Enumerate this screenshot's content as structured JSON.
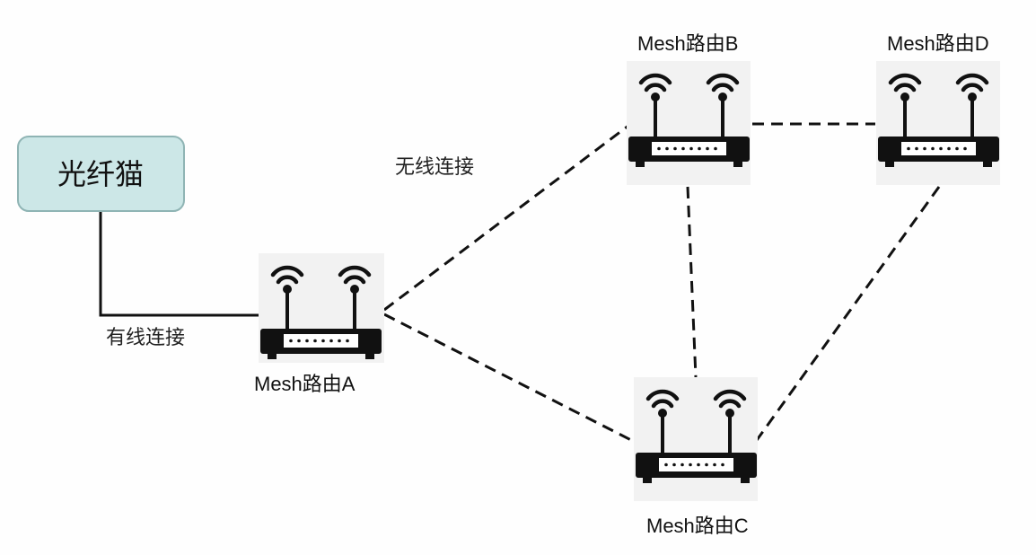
{
  "modem": {
    "label": "光纤猫",
    "fill": "#cce7e7",
    "stroke": "#8fb4b4"
  },
  "connections": {
    "wired_label": "有线连接",
    "wireless_label": "无线连接"
  },
  "routers": [
    {
      "id": "A",
      "label": "Mesh路由A"
    },
    {
      "id": "B",
      "label": "Mesh路由B"
    },
    {
      "id": "C",
      "label": "Mesh路由C"
    },
    {
      "id": "D",
      "label": "Mesh路由D"
    }
  ],
  "icons": {
    "router": "wifi-router-icon"
  }
}
